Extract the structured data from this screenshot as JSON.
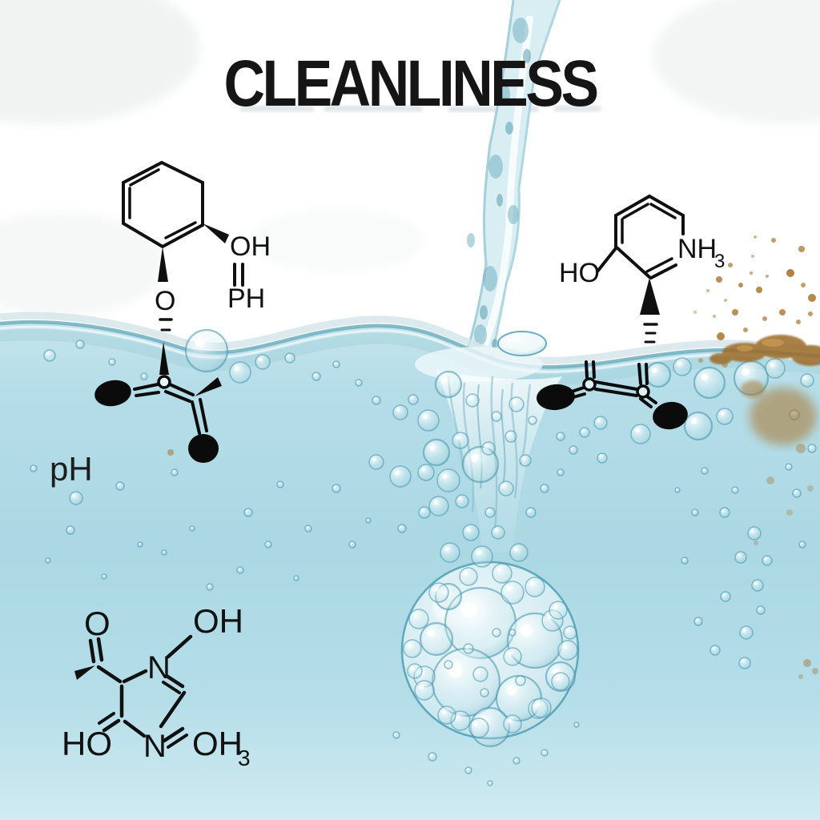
{
  "title": "CLEANLINESS",
  "labels": {
    "ph_scale": "pH"
  },
  "molecules": {
    "left_top": {
      "hydroxyl": "OH",
      "phosphine": "PH",
      "oxygen": "O"
    },
    "right_top": {
      "hydroxyl": "HO",
      "amine": "NH",
      "amine_sub": "3"
    },
    "bottom_left": {
      "carbonyl_o": "O",
      "hydroxyl_top": "OH",
      "nitrogen_top": "N",
      "hydroxyl_left": "HO",
      "nitrogen_bottom": "N",
      "hydroxyl_right": "OH",
      "hydroxyl_right_sub": "3"
    }
  },
  "colors": {
    "ink": "#141414",
    "water_surface": "#c6e4ec",
    "water_mid": "#aedbe6",
    "water_deep_light": "#d0ebf2",
    "stream_fill": "#d9eef3",
    "bubble_stroke": "#3f93a8",
    "dirt": "#a9742e"
  }
}
